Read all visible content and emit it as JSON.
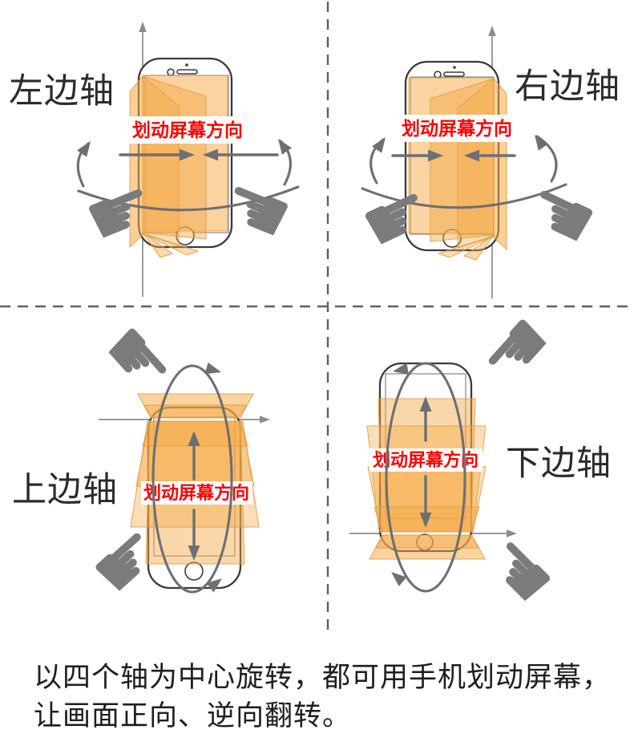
{
  "quadrants": {
    "top_left": {
      "axis_label": "左边轴",
      "swipe_label": "划动屏幕方向"
    },
    "top_right": {
      "axis_label": "右边轴",
      "swipe_label": "划动屏幕方向"
    },
    "bottom_left": {
      "axis_label": "上边轴",
      "swipe_label": "划动屏幕方向"
    },
    "bottom_right": {
      "axis_label": "下边轴",
      "swipe_label": "划动屏幕方向"
    }
  },
  "caption": {
    "line1": "以四个轴为中心旋转，都可用手机划动屏幕，",
    "line2": "让画面正向、逆向翻转。"
  },
  "icons": {
    "pointing_hand_right": "☛",
    "pointing_hand_left": "☚"
  },
  "colors": {
    "page_orange": "#F5A743",
    "page_border_orange": "#DE9A3E",
    "swipe_text_red": "#FF0000",
    "arrow_gray": "#6E6F71",
    "axis_gray": "#8C8C8C",
    "hand_gray": "#7A7B7D",
    "phone_outline": "#3A3A3A",
    "divider_gray": "#5F5F5F",
    "label_color": "#2B2B2B",
    "caption_color": "#1E1E1E"
  }
}
